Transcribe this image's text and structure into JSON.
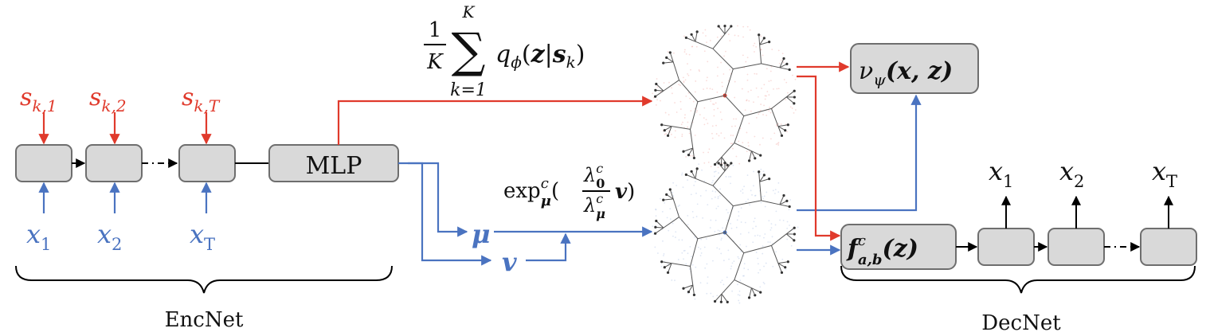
{
  "encoder": {
    "inputs_s": [
      "s",
      "s",
      "s"
    ],
    "inputs_s_sub": [
      "k,1",
      "k,2",
      "k,T"
    ],
    "inputs_x": [
      "x",
      "x",
      "x"
    ],
    "inputs_x_sub": [
      "1",
      "2",
      "T"
    ],
    "mlp_label": "MLP",
    "brace_label": "EncNet"
  },
  "formulas": {
    "avg_frac_num": "1",
    "avg_frac_den": "K",
    "avg_sigma": "∑",
    "avg_sum_top": "K",
    "avg_sum_bottom": "k=1",
    "avg_q": "q",
    "avg_q_sub": "ϕ",
    "avg_args_open": "(",
    "avg_z": "z",
    "avg_bar": "|",
    "avg_s": "s",
    "avg_s_sub": "k",
    "avg_args_close": ")",
    "exp_base": "exp",
    "exp_sup": "c",
    "exp_sub": "μ",
    "exp_open": "(",
    "lambda_num": "λ",
    "lambda_num_sup": "c",
    "lambda_num_sub": "0",
    "lambda_den": "λ",
    "lambda_den_sup": "c",
    "lambda_den_sub": "μ",
    "exp_v": "v",
    "exp_close": ")",
    "mu": "μ",
    "v": "v"
  },
  "critic": {
    "nu": "ν",
    "nu_sub": "ψ",
    "args": "(x, z)"
  },
  "decoder": {
    "f": "f",
    "f_sup": "c",
    "f_sub": "a,b",
    "f_args": "(z)",
    "outputs_x": [
      "x",
      "x",
      "x"
    ],
    "outputs_x_sub": [
      "1",
      "2",
      "T"
    ],
    "brace_label": "DecNet"
  },
  "colors": {
    "red": "#e03a2c",
    "blue": "#4a73c0",
    "box_fill": "#d9d9d9"
  }
}
